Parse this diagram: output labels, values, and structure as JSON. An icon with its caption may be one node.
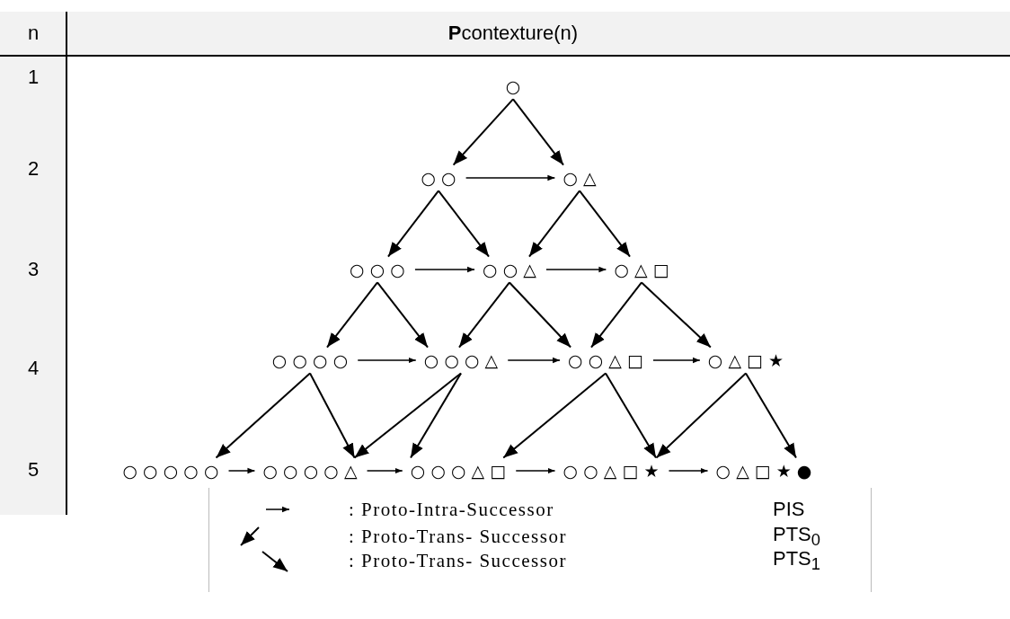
{
  "diagram": {
    "nodes": [
      {
        "text": [
          "○"
        ]
      },
      {
        "text": [
          "○ ○"
        ]
      },
      {
        "text": [
          "○ △"
        ]
      },
      {
        "text": [
          "○ ○ ○"
        ]
      },
      {
        "text": [
          "○ ○ △"
        ]
      },
      {
        "text": [
          "○ △ □"
        ]
      },
      {
        "text": [
          "○ ○ ○ ○"
        ]
      },
      {
        "text": [
          "○ ○ ○ △"
        ]
      },
      {
        "text": [
          "○ ○ △ □"
        ]
      },
      {
        "text": [
          "○ △ □ ★"
        ]
      },
      {
        "text": [
          "○ ○ ○ ○ ○"
        ]
      },
      {
        "text": [
          "○ ○ ○ ○ △"
        ]
      },
      {
        "text": [
          "○ ○ ○ △ □"
        ]
      },
      {
        "text": [
          "○ ○ △ □ ★"
        ]
      },
      {
        "text": [
          "○ △ □ ★ ●"
        ]
      }
    ],
    "edges": [
      {
        "from": 0,
        "to": 1,
        "arrow": "to"
      },
      {
        "from": 0,
        "to": 2,
        "arrow": "to"
      },
      {
        "from": 1,
        "to": 2,
        "arrow": "to"
      },
      {
        "from": 1,
        "to": 3,
        "arrow": "to"
      },
      {
        "from": 1,
        "to": 4,
        "arrow": "to"
      },
      {
        "from": 2,
        "to": 4,
        "arrow": "to"
      },
      {
        "from": 2,
        "to": 5,
        "arrow": "to"
      },
      {
        "from": 3,
        "to": 4,
        "arrow": "to"
      },
      {
        "from": 4,
        "to": 5,
        "arrow": "to"
      },
      {
        "from": 3,
        "to": 6,
        "arrow": "to"
      },
      {
        "from": 3,
        "to": 7,
        "arrow": "to"
      },
      {
        "from": 4,
        "to": 7,
        "arrow": "to"
      },
      {
        "from": 4,
        "to": 8,
        "arrow": "to"
      },
      {
        "from": 5,
        "to": 8,
        "arrow": "to"
      },
      {
        "from": 5,
        "to": 9,
        "arrow": "to"
      },
      {
        "from": 6,
        "to": 7,
        "arrow": "to"
      },
      {
        "from": 7,
        "to": 8,
        "arrow": "to"
      },
      {
        "from": 8,
        "to": 9,
        "arrow": "to"
      },
      {
        "from": 6,
        "to": 10,
        "arrow": "to"
      },
      {
        "from": 6,
        "to": 11,
        "arrow": "to"
      },
      {
        "from": 7,
        "to": 11,
        "arrow": "to"
      },
      {
        "from": 7,
        "to": 12,
        "arrow": "to"
      },
      {
        "from": 8,
        "to": 12,
        "arrow": "to"
      },
      {
        "from": 8,
        "to": 13,
        "arrow": "to"
      },
      {
        "from": 9,
        "to": 13,
        "arrow": "to"
      },
      {
        "from": 9,
        "to": 14,
        "arrow": "to"
      },
      {
        "from": 10,
        "to": 11,
        "arrow": "to"
      },
      {
        "from": 11,
        "to": 12,
        "arrow": "to"
      },
      {
        "from": 12,
        "to": 13,
        "arrow": "to"
      },
      {
        "from": 13,
        "to": 14,
        "arrow": "to"
      }
    ],
    "labels": [
      "n",
      "**P**contexture(n)",
      "1",
      "2",
      "3",
      "4",
      "5",
      "PIS",
      "PTS$_{0}$",
      "PTS$_{1}$"
    ],
    "legend": [
      {
        "text": ": Proto-Intra-Successor"
      },
      {
        "text": ": Proto-Trans- Successor"
      },
      {
        "text": ": Proto-Trans- Successor"
      }
    ]
  }
}
